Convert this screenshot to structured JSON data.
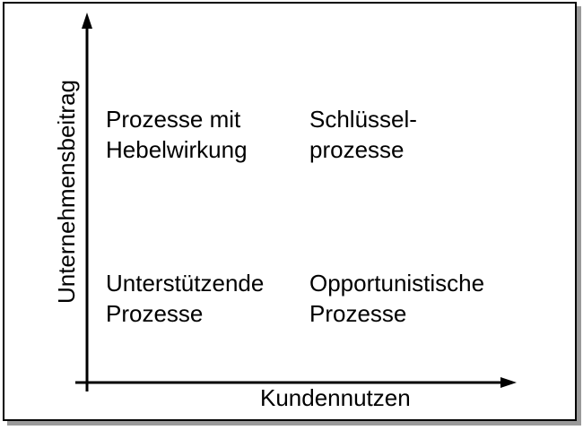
{
  "quadrants": {
    "top_left": {
      "line1": "Prozesse mit",
      "line2": "Hebelwirkung"
    },
    "top_right": {
      "line1": "Schlüssel-",
      "line2": "prozesse"
    },
    "bottom_left": {
      "line1": "Unterstützende",
      "line2": "Prozesse"
    },
    "bottom_right": {
      "line1": "Opportunistische",
      "line2": "Prozesse"
    }
  },
  "axes": {
    "x_label": "Kundennutzen",
    "y_label": "Unternehmensbeitrag"
  },
  "colors": {
    "line": "#000000",
    "shadow": "#9a9a9a",
    "background": "#ffffff"
  }
}
